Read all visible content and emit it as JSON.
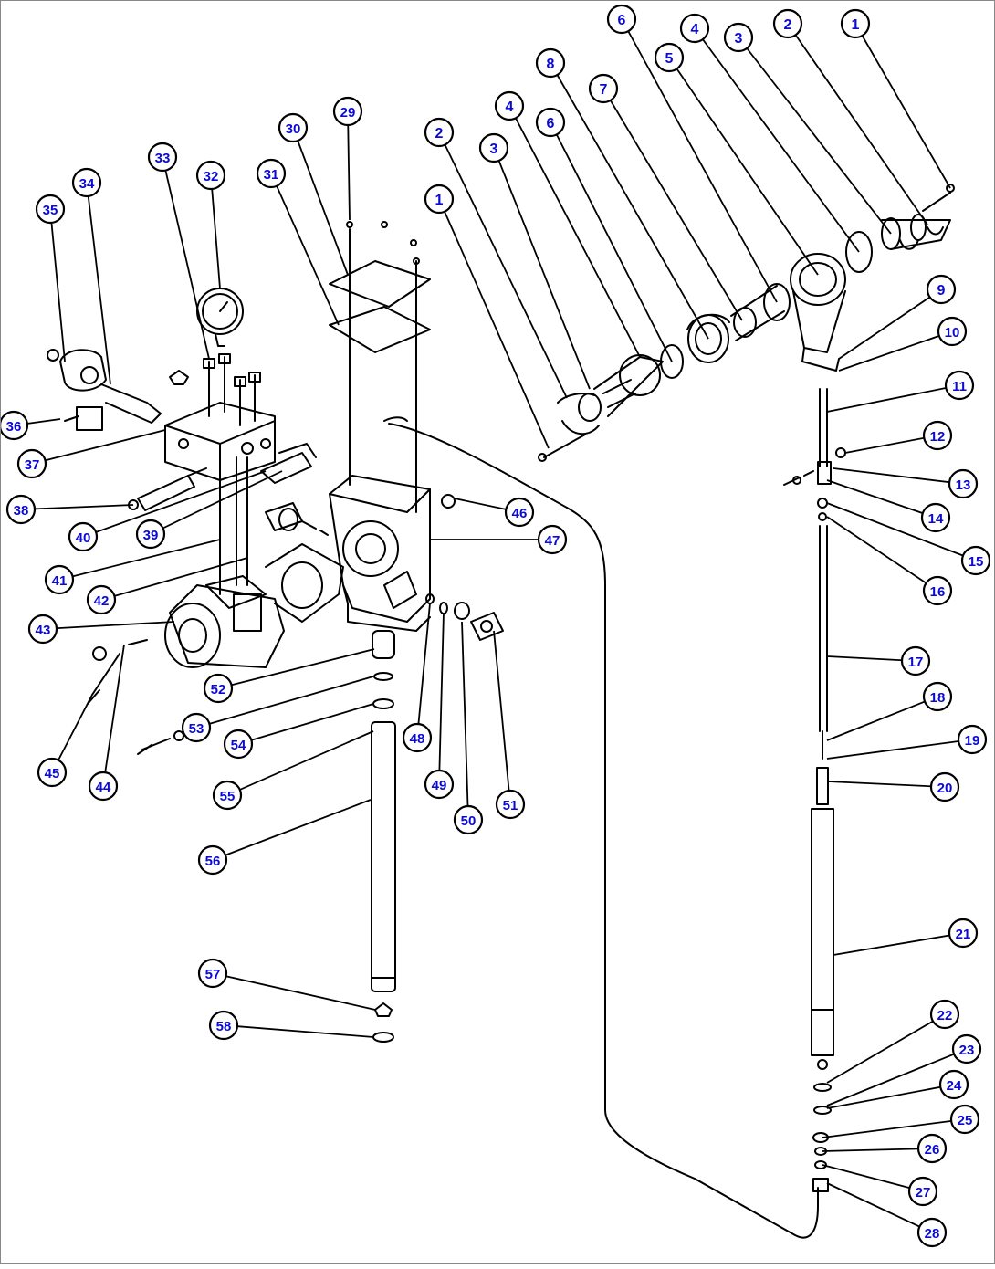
{
  "diagram": {
    "callout_style": {
      "fill": "#ffffff",
      "stroke": "#000000",
      "text": "#0a0ad2"
    },
    "callouts": [
      "1",
      "2",
      "3",
      "4",
      "5",
      "6",
      "7",
      "8",
      "9",
      "10",
      "11",
      "12",
      "13",
      "14",
      "15",
      "16",
      "17",
      "18",
      "19",
      "20",
      "21",
      "22",
      "23",
      "24",
      "25",
      "26",
      "27",
      "28",
      "29",
      "30",
      "31",
      "32",
      "33",
      "34",
      "35",
      "36",
      "37",
      "38",
      "39",
      "40",
      "41",
      "42",
      "43",
      "44",
      "45",
      "46",
      "47",
      "48",
      "49",
      "50",
      "51",
      "52",
      "53",
      "54",
      "55",
      "56",
      "57",
      "58",
      "2",
      "1",
      "3",
      "4",
      "6"
    ]
  }
}
